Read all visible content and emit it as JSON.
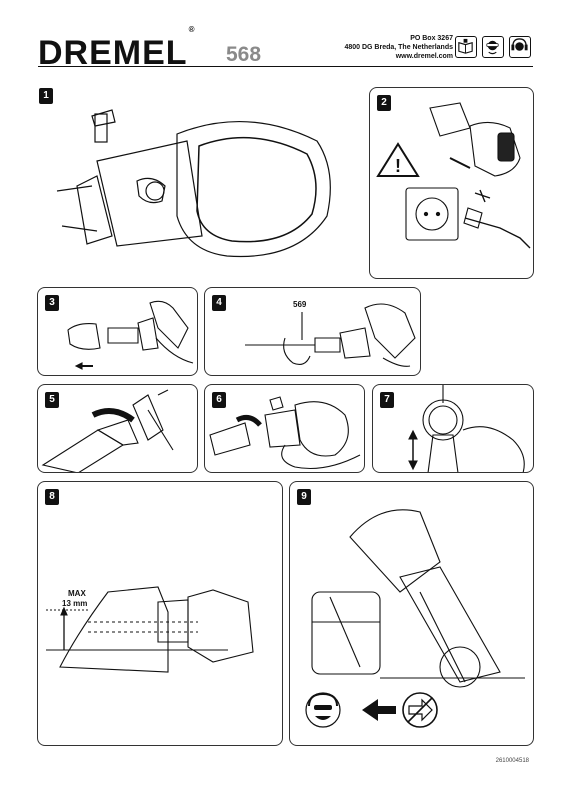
{
  "header": {
    "brand": "DREMEL",
    "registered": "®",
    "model": "568",
    "address_line1": "PO Box 3267",
    "address_line2": "4800 DG Breda, The Netherlands",
    "website": "www.dremel.com",
    "icons": [
      "read-manual-icon",
      "eye-protection-icon",
      "ear-protection-icon"
    ]
  },
  "steps": {
    "s1": "1",
    "s2": "2",
    "s3": "3",
    "s4": "4",
    "s5": "5",
    "s6": "6",
    "s7": "7",
    "s8": "8",
    "s9": "9"
  },
  "labels": {
    "accessory": "569",
    "max": "MAX",
    "max_depth": "13 mm"
  },
  "footer": {
    "code": "2610004518"
  }
}
